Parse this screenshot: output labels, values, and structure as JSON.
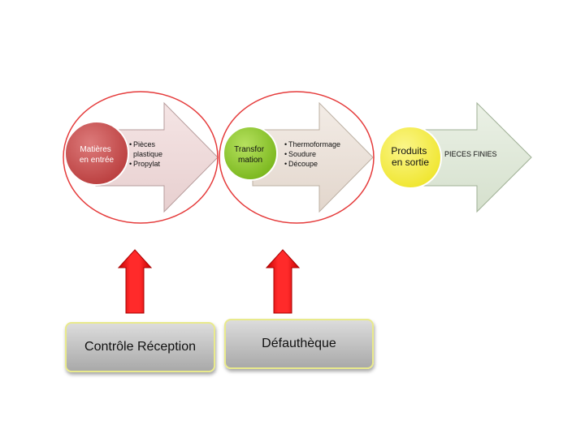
{
  "stages": [
    {
      "id": "materieres",
      "circle_lines": [
        "Matières",
        "en entrée"
      ],
      "bullets": [
        "Pièces",
        "plastique",
        "Propylat"
      ],
      "circle_color": "#c84b4b",
      "arrow_color": "#ecd7d7",
      "highlighted": true
    },
    {
      "id": "transformation",
      "circle_lines": [
        "Transfor",
        "mation"
      ],
      "bullets": [
        "Thermoformage",
        "Soudure",
        "Découpe"
      ],
      "circle_color": "#8ec728",
      "arrow_color": "#ede3da",
      "highlighted": true
    },
    {
      "id": "produits",
      "circle_lines": [
        "Produits",
        "en sortie"
      ],
      "text": "PIECES FINIES",
      "circle_color": "#f4ee3f",
      "arrow_color": "#e0e9da",
      "highlighted": false
    }
  ],
  "bottom_boxes": [
    {
      "id": "controle",
      "label": "Contrôle Réception"
    },
    {
      "id": "defautheque",
      "label": "Défauthèque"
    }
  ],
  "colors": {
    "highlight_ring": "#e53b3b",
    "red_arrow": "#ff1a1a"
  }
}
